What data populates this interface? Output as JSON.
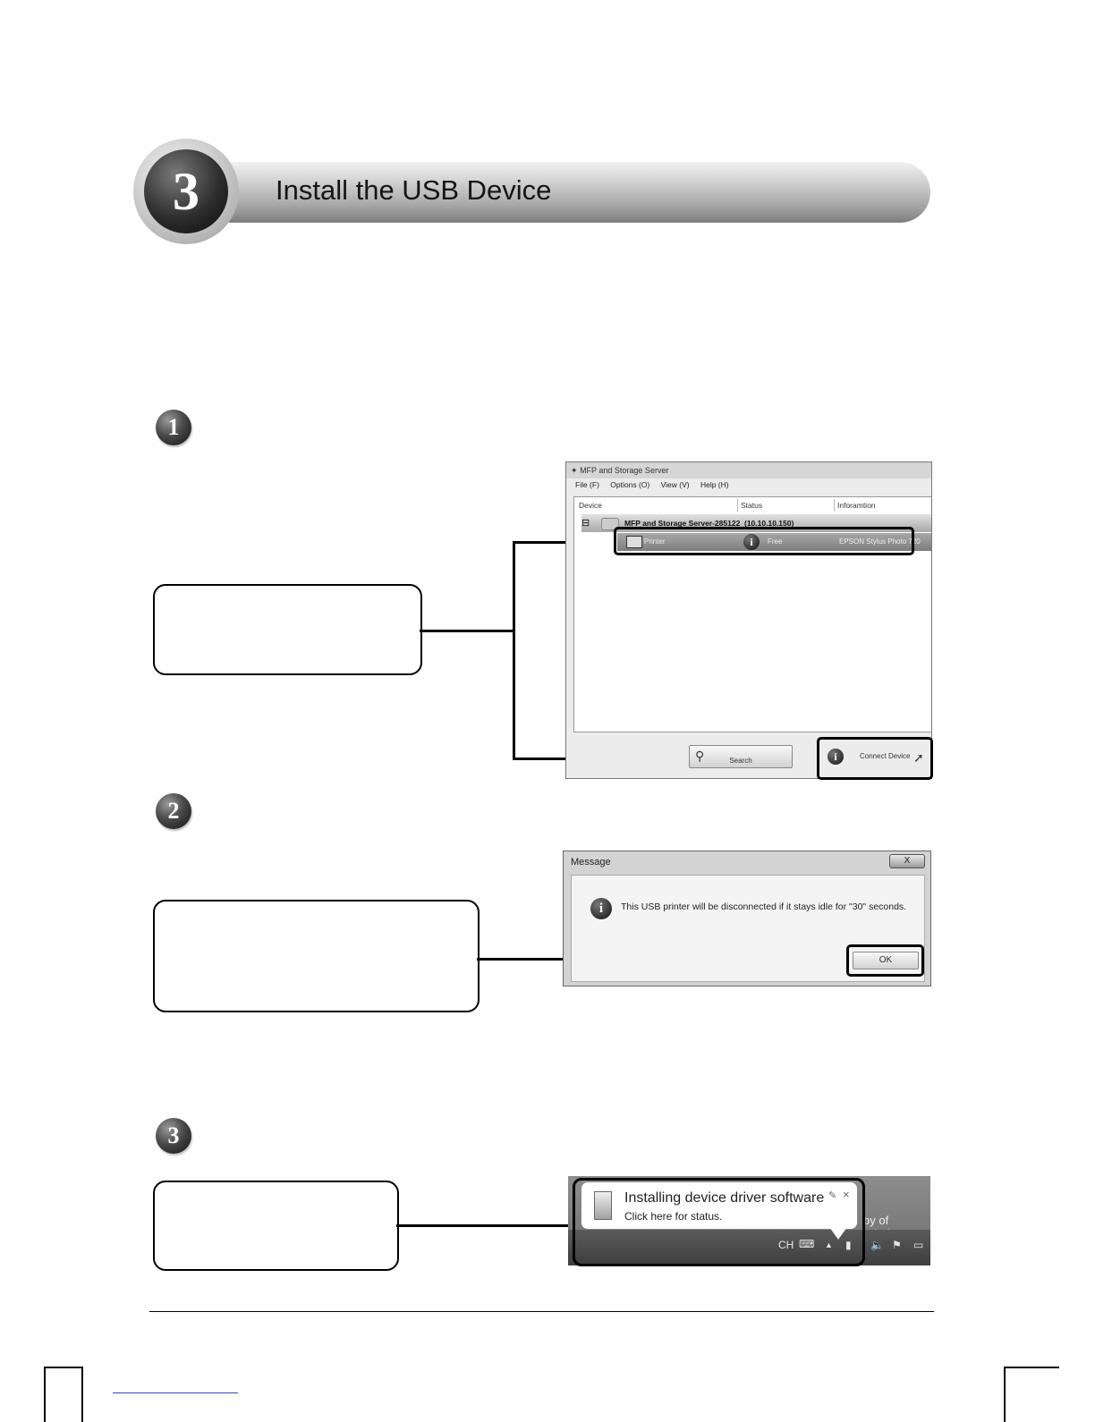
{
  "header": {
    "step_number": "3",
    "title": "Install the USB Device"
  },
  "steps": [
    {
      "number": "1"
    },
    {
      "number": "2"
    },
    {
      "number": "3"
    }
  ],
  "mfp_window": {
    "title": "MFP and Storage Server",
    "menu": [
      "File (F)",
      "Options (O)",
      "View (V)",
      "Help (H)"
    ],
    "columns": [
      "Device",
      "Status",
      "Inforamtion"
    ],
    "server_row": {
      "expander": "⊟",
      "name": "MFP and Storage Server-285122",
      "ip": "(10.10.10.150)"
    },
    "printer_row": {
      "device": "Printer",
      "status": "Free",
      "information": "EPSON Stylus Photo 720"
    },
    "search_button": "Search",
    "connect_button": "Connect Device"
  },
  "message_dialog": {
    "title": "Message",
    "close": "X",
    "text": "This USB printer will be disconnected if it stays idle for \"30\" seconds.",
    "ok_button": "OK"
  },
  "notification": {
    "title": "Installing device driver software",
    "subtitle": "Click here for status.",
    "background_text": "py of Window",
    "tray_language": "CH"
  }
}
